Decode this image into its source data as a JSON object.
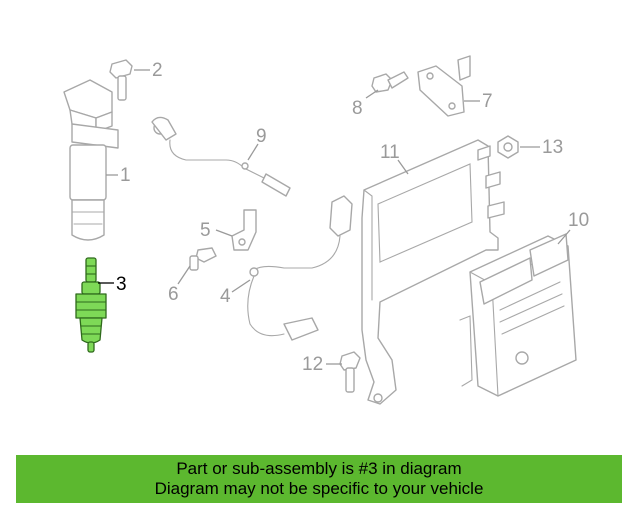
{
  "diagram": {
    "callouts": {
      "c1": "1",
      "c2": "2",
      "c3": "3",
      "c4": "4",
      "c5": "5",
      "c6": "6",
      "c7": "7",
      "c8": "8",
      "c9": "9",
      "c10": "10",
      "c11": "11",
      "c12": "12",
      "c13": "13"
    },
    "highlighted_part": "3",
    "highlight_color": "#7ed957"
  },
  "banner": {
    "line1": "Part or sub-assembly is #3 in diagram",
    "line2": "Diagram may not be specific to your vehicle",
    "color": "#5cb82f"
  }
}
